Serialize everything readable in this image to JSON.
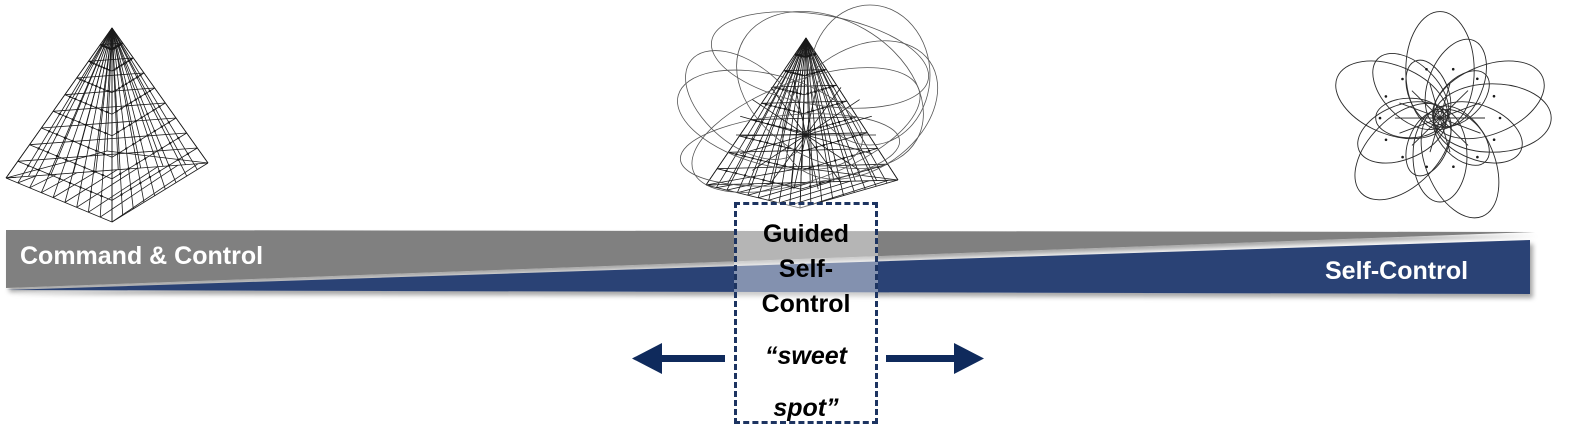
{
  "spectrum": {
    "left_label": "Command & Control",
    "right_label": "Self-Control"
  },
  "sweet_spot": {
    "line1": "Guided",
    "line2": "Self-",
    "line3": "Control",
    "line4": "“sweet",
    "line5": "spot”"
  },
  "colors": {
    "grey_wedge": "#808080",
    "blue_wedge": "#2c4375",
    "arrow": "#0f2a5c",
    "box_border": "#1d3461"
  },
  "icons": [
    "pyramid-hierarchy-icon",
    "pyramid-with-loops-icon",
    "loops-network-icon",
    "left-arrow-icon",
    "right-arrow-icon"
  ]
}
